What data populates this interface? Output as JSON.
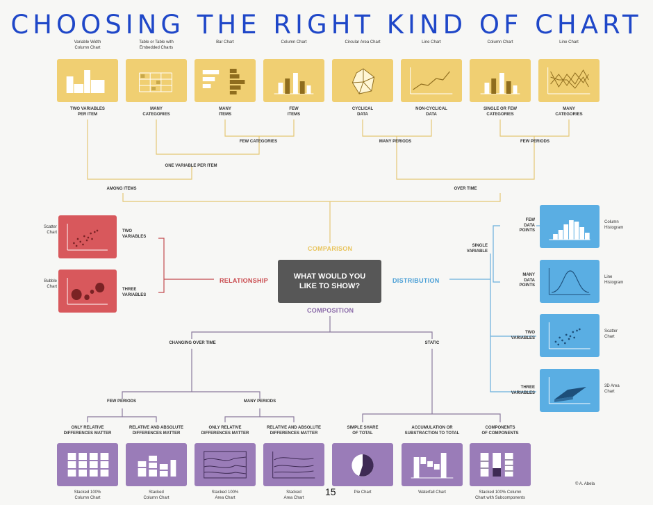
{
  "title": "CHOOSING THE RIGHT KIND OF CHART",
  "center": {
    "line1": "WHAT WOULD YOU",
    "line2": "LIKE TO SHOW?"
  },
  "categories": {
    "comparison": "COMPARISON",
    "relationship": "RELATIONSHIP",
    "distribution": "DISTRIBUTION",
    "composition": "COMPOSITION"
  },
  "colors": {
    "comparison": "#f0cf72",
    "relationship": "#d8585c",
    "distribution": "#5aaee3",
    "composition": "#9a7cb8",
    "center": "#575757",
    "title": "#1f47c8"
  },
  "comparison": {
    "charts": [
      {
        "name": "Variable Width\nColumn Chart",
        "criterion": "TWO VARIABLES\nPER ITEM",
        "icon": "variable-width-column-icon"
      },
      {
        "name": "Table or Table with\nEmbedded Charts",
        "criterion": "MANY\nCATEGORIES",
        "icon": "table-icon"
      },
      {
        "name": "Bar Chart",
        "criterion": "MANY\nITEMS",
        "icon": "bar-chart-icon"
      },
      {
        "name": "Column Chart",
        "criterion": "FEW\nITEMS",
        "icon": "column-chart-icon"
      },
      {
        "name": "Circular Area Chart",
        "criterion": "CYCLICAL\nDATA",
        "icon": "circular-area-icon"
      },
      {
        "name": "Line Chart",
        "criterion": "NON-CYCLICAL\nDATA",
        "icon": "line-chart-icon"
      },
      {
        "name": "Column Chart",
        "criterion": "SINGLE OR FEW\nCATEGORIES",
        "icon": "column-chart-icon"
      },
      {
        "name": "Line Chart",
        "criterion": "MANY\nCATEGORIES",
        "icon": "multi-line-chart-icon"
      }
    ],
    "few_categories": "FEW CATEGORIES",
    "many_periods": "MANY PERIODS",
    "few_periods": "FEW PERIODS",
    "one_variable_per_item": "ONE VARIABLE PER ITEM",
    "among_items": "AMONG ITEMS",
    "over_time": "OVER TIME"
  },
  "relationship": {
    "charts": [
      {
        "name": "Scatter\nChart",
        "criterion": "TWO\nVARIABLES",
        "icon": "scatter-icon"
      },
      {
        "name": "Bubble\nChart",
        "criterion": "THREE\nVARIABLES",
        "icon": "bubble-icon"
      }
    ]
  },
  "distribution": {
    "single_variable": "SINGLE\nVARIABLE",
    "charts": [
      {
        "name": "Column\nHistogram",
        "criterion": "FEW\nDATA\nPOINTS",
        "icon": "column-histogram-icon"
      },
      {
        "name": "Line\nHistogram",
        "criterion": "MANY\nDATA\nPOINTS",
        "icon": "line-histogram-icon"
      },
      {
        "name": "Scatter\nChart",
        "criterion": "TWO\nVARIABLES",
        "icon": "scatter-icon"
      },
      {
        "name": "3D Area\nChart",
        "criterion": "THREE\nVARIABLES",
        "icon": "3d-area-icon"
      }
    ]
  },
  "composition": {
    "changing_over_time": "CHANGING OVER TIME",
    "static": "STATIC",
    "few_periods": "FEW PERIODS",
    "many_periods": "MANY PERIODS",
    "charts": [
      {
        "name": "Stacked 100%\nColumn Chart",
        "criterion": "ONLY RELATIVE\nDIFFERENCES MATTER",
        "icon": "stacked-100-column-icon"
      },
      {
        "name": "Stacked\nColumn Chart",
        "criterion": "RELATIVE AND ABSOLUTE\nDIFFERENCES MATTER",
        "icon": "stacked-column-icon"
      },
      {
        "name": "Stacked 100%\nArea Chart",
        "criterion": "ONLY RELATIVE\nDIFFERENCES MATTER",
        "icon": "stacked-100-area-icon"
      },
      {
        "name": "Stacked\nArea Chart",
        "criterion": "RELATIVE AND ABSOLUTE\nDIFFERENCES MATTER",
        "icon": "stacked-area-icon"
      },
      {
        "name": "Pie Chart",
        "criterion": "SIMPLE SHARE\nOF TOTAL",
        "icon": "pie-chart-icon"
      },
      {
        "name": "Waterfall Chart",
        "criterion": "ACCUMULATION OR\nSUBSTRACTION TO TOTAL",
        "icon": "waterfall-icon"
      },
      {
        "name": "Stacked 100% Column\nChart with Subcomponents",
        "criterion": "COMPONENTS\nOF COMPONENTS",
        "icon": "stacked-subcomponents-icon"
      }
    ]
  },
  "credit": "© A. Abela",
  "page_number": "15"
}
